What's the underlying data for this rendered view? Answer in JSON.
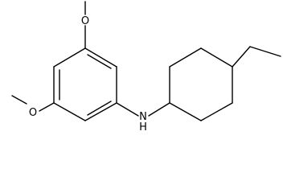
{
  "molecule": {
    "atom_labels": {
      "methoxy_top_o": "O",
      "methoxy_bottom_o": "O",
      "amine_n": "N",
      "amine_h": "H"
    }
  },
  "colors": {
    "background": "#ffffff",
    "bond": "#000000",
    "label": "#000000"
  }
}
